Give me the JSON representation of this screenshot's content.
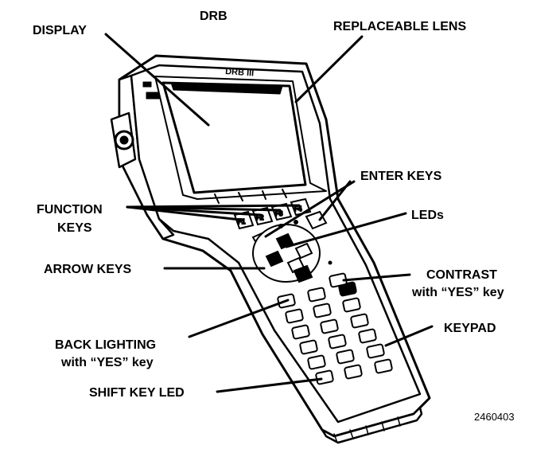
{
  "title": "DRB",
  "labels": {
    "display": "DISPLAY",
    "replaceable_lens": "REPLACEABLE LENS",
    "enter_keys": "ENTER KEYS",
    "function_keys_line1": "FUNCTION",
    "function_keys_line2": "KEYS",
    "leds": "LEDs",
    "arrow_keys": "ARROW KEYS",
    "contrast_line1": "CONTRAST",
    "contrast_line2": "with “YES” key",
    "keypad": "KEYPAD",
    "back_lighting_line1": "BACK LIGHTING",
    "back_lighting_line2": "with “YES” key",
    "shift_key_led": "SHIFT KEY LED"
  },
  "device_label": "DRB III",
  "function_key_labels": [
    "F1",
    "F2",
    "F3",
    "F4"
  ],
  "figure_number": "2460403"
}
